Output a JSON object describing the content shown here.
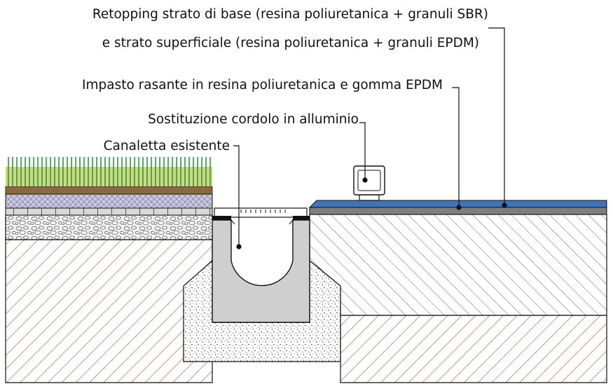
{
  "labels": {
    "retopping_line1": "Retopping strato di base (resina poliuretanica + granuli SBR)",
    "retopping_line2": "e strato superficiale (resina poliuretanica + granuli EPDM)",
    "impasto": "Impasto rasante in resina poliuretanica e gomma EPDM",
    "cordolo": "Sostituzione cordolo in alluminio",
    "canaletta": "Canaletta esistente"
  },
  "colors": {
    "line": "#111111",
    "soil_hatch": "#b5835a",
    "subbase_hatch": "#555555",
    "concrete": "#cfcfcf",
    "gravel_bg": "#f4f4f4",
    "grass": "#2f9a3c",
    "grass_base": "#cfd880",
    "mesh": "#c9c7e3",
    "brown_layer": "#8a6a3c",
    "epdm_top": "#3f74b8",
    "rasante": "#7e7e7e",
    "paver": "#d8d8d8"
  }
}
